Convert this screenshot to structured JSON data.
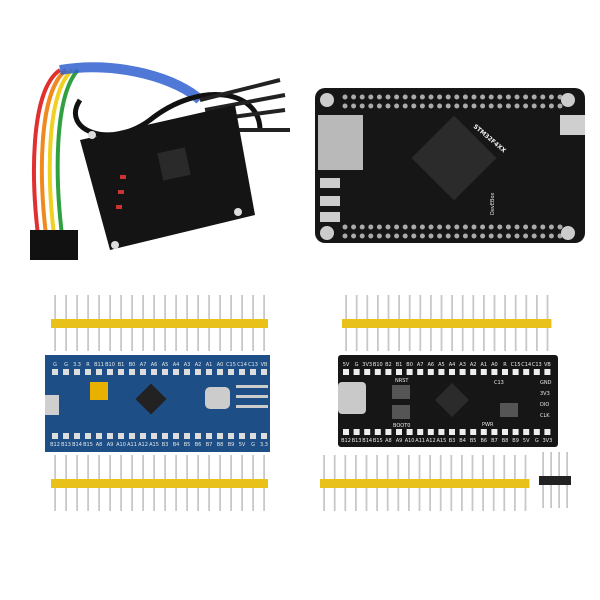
{
  "colors": {
    "black_pcb": "#161616",
    "blue_pcb": "#1d4f86",
    "header_yellow": "#e8c21a",
    "pin_metal": "#c8c8c8"
  },
  "top_right_board": {
    "chip_label": "STM32F4XX",
    "brand_label": "DevEBox"
  },
  "blue_pill": {
    "top_pins": [
      "G",
      "G",
      "3.3",
      "R",
      "B11",
      "B10",
      "B1",
      "B0",
      "A7",
      "A6",
      "A5",
      "A4",
      "A3",
      "A2",
      "A1",
      "A0",
      "C15",
      "C14",
      "C13",
      "VB"
    ],
    "bottom_pins": [
      "B12",
      "B13",
      "B14",
      "B15",
      "A8",
      "A9",
      "A10",
      "A11",
      "A12",
      "A15",
      "B3",
      "B4",
      "B5",
      "B6",
      "B7",
      "B8",
      "B9",
      "5V",
      "G",
      "3.3"
    ]
  },
  "black_pill": {
    "top_pins": [
      "5V",
      "G",
      "3V3",
      "B10",
      "B2",
      "B1",
      "B0",
      "A7",
      "A6",
      "A5",
      "A4",
      "A3",
      "A2",
      "A1",
      "A0",
      "R",
      "C15",
      "C14",
      "C13",
      "VB"
    ],
    "bottom_pins": [
      "B12",
      "B13",
      "B14",
      "B15",
      "A8",
      "A9",
      "A10",
      "A11",
      "A12",
      "A15",
      "B3",
      "B4",
      "B5",
      "B6",
      "B7",
      "B8",
      "B9",
      "5V",
      "G",
      "3V3"
    ],
    "nrst_label": "NRST",
    "boot0_label": "BOOT0",
    "c13_label": "C13",
    "pwr_label": "PWR",
    "side_labels": [
      "GND",
      "3V3",
      "DIO",
      "CLK"
    ]
  }
}
